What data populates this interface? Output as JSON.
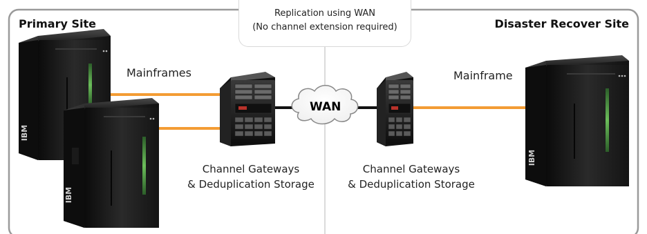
{
  "primary_site": {
    "title": "Primary Site"
  },
  "dr_site": {
    "title": "Disaster Recover Site"
  },
  "note": {
    "line1": "Replication using WAN",
    "line2": "(No channel extension required)"
  },
  "labels": {
    "mainframes_left": "Mainframes",
    "mainframe_right": "Mainframe",
    "wan": "WAN",
    "gateway_left_line1": "Channel Gateways",
    "gateway_left_line2": "& Deduplication Storage",
    "gateway_right_line1": "Channel Gateways",
    "gateway_right_line2": "& Deduplication Storage"
  },
  "mainframe_badges": [
    "IBM",
    "IBM",
    "IBM"
  ],
  "colors": {
    "fiber_link": "#f39c34",
    "wan_link": "#111111",
    "panel_border": "#9a9a9a",
    "divider": "#cfcfcf",
    "mainframe_body": "#1b1b1b",
    "mainframe_accent": "#3f8f3a"
  }
}
